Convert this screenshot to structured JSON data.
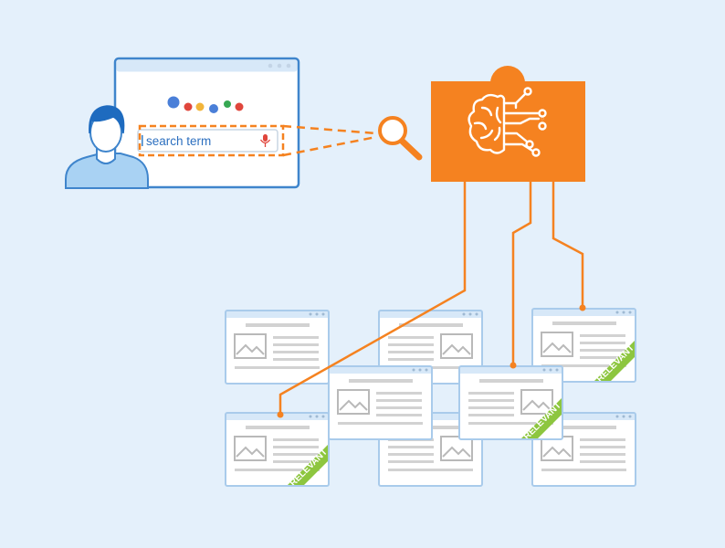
{
  "search": {
    "term": "search term",
    "logo_dot_colors": [
      "#4a7fd8",
      "#e0463c",
      "#f2b53a",
      "#4a7fd8",
      "#37a853",
      "#e0463c"
    ]
  },
  "colors": {
    "background": "#e4f0fb",
    "accent": "#f58220",
    "browser_border": "#3f85cc",
    "card_border": "#a9cbeb",
    "card_header": "#d7e8f8",
    "relevant_tag": "#8dc63f",
    "person_fill": "#a9d2f3"
  },
  "icons": {
    "ai": "brain-circuit-icon",
    "search": "magnifier-icon",
    "user": "user-avatar-icon",
    "mic": "microphone-icon"
  },
  "results": {
    "relevant_label": "RELEVANT",
    "cards": [
      {
        "id": "r1c1",
        "relevant": false
      },
      {
        "id": "r1c2",
        "relevant": false
      },
      {
        "id": "r1c3",
        "relevant": true
      },
      {
        "id": "r2c1",
        "relevant": false
      },
      {
        "id": "r2c2",
        "relevant": true
      },
      {
        "id": "r3c1",
        "relevant": true
      },
      {
        "id": "r3c2",
        "relevant": false
      },
      {
        "id": "r3c3",
        "relevant": false
      }
    ]
  }
}
